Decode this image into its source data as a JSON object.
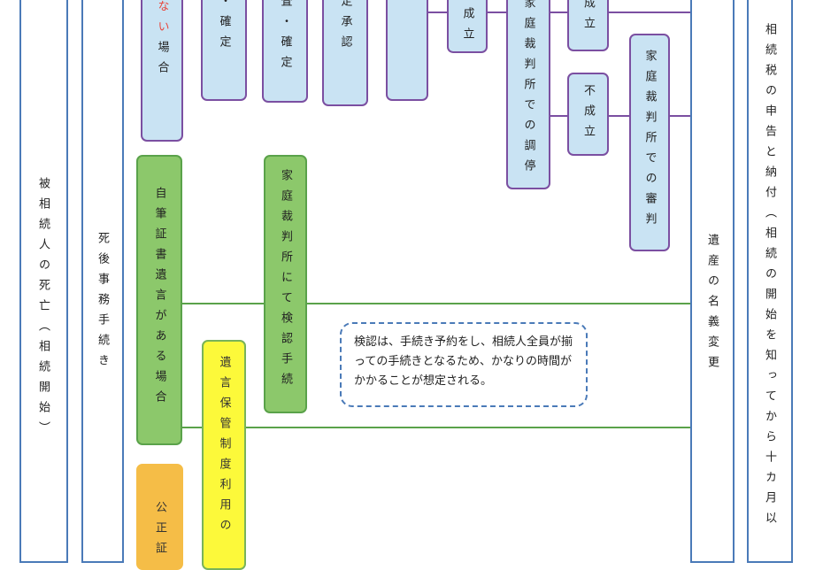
{
  "columns": {
    "death": "被相続人の死亡（相続開始）",
    "post_death": "死後事務手続き",
    "name_change": "遺産の名義変更",
    "tax": "相続税の申告と納付（相続の開始を知ってから十カ月以"
  },
  "top_boxes": {
    "partial_box": {
      "red": "ない",
      "rest": "場合"
    },
    "confirm1": "・確定",
    "confirm2": "査・確定",
    "approval": "定承認",
    "established1": "成立",
    "mediation": "家庭裁判所での調停",
    "established2": "成立",
    "not_established": "不成立",
    "tribunal": "家庭裁判所での審判"
  },
  "middle_boxes": {
    "holographic": "自筆証書遺言がある場合",
    "probate": "家庭裁判所にて検認手続",
    "custody": "遺言保管制度利用の",
    "notarial": "公正証"
  },
  "note": "検認は、手続き予約をし、相続人全員が揃っての手続きとなるため、かなりの時間がかかることが想定される。",
  "colors": {
    "frame": "#4a7ab8",
    "blue_box": "#c9e3f3",
    "purple_border": "#7b4fa1",
    "green_box": "#8cc86b",
    "yellow_box": "#fcf93a",
    "orange_box": "#f5bd47",
    "red_text": "#e8463c"
  }
}
